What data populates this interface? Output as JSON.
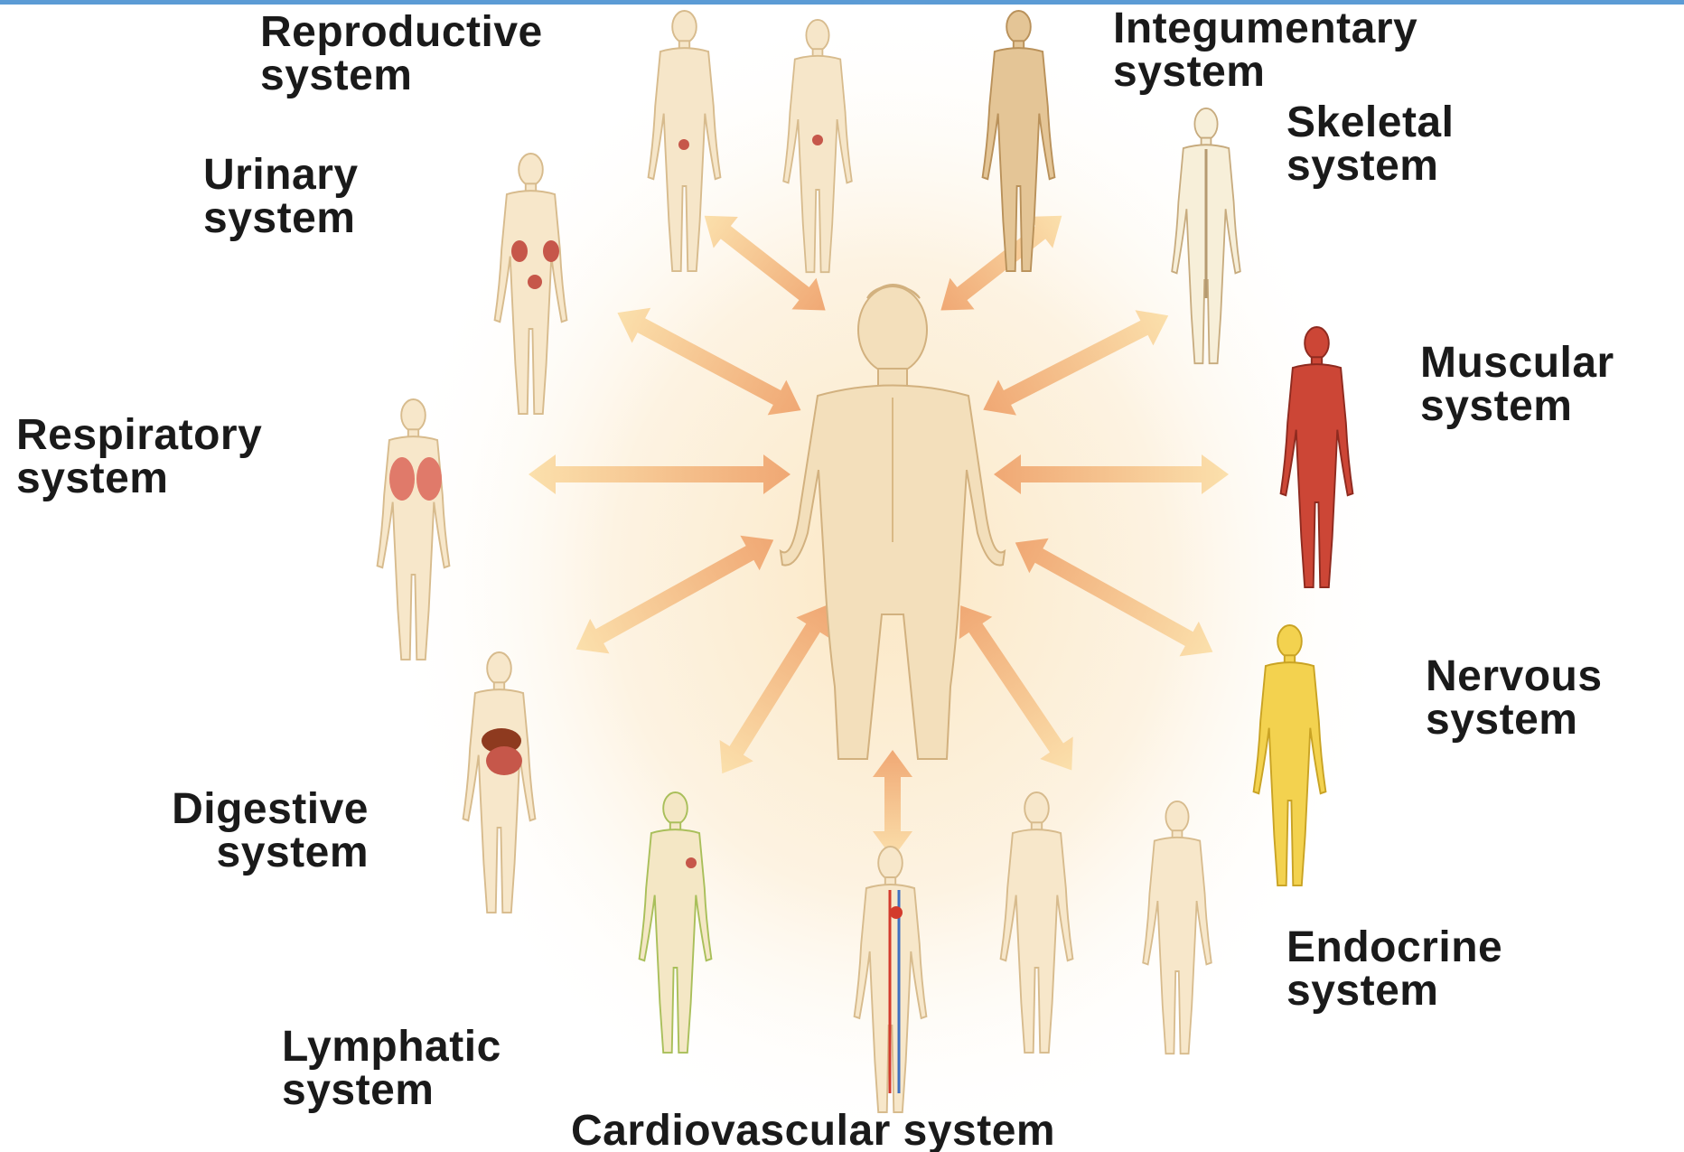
{
  "colors": {
    "glow_center": "#fdf2dc",
    "glow_edge": "#ffffff",
    "skin": "#f3e0bf",
    "skin_stroke": "#d9bb8e",
    "arrow_warm": "#f0b07a",
    "arrow_light": "#fbe3b0",
    "muscle": "#c9402f",
    "nervous": "#f2d04a",
    "lymph": "#9ec24a",
    "vessel_red": "#d33a2c",
    "vessel_blue": "#3f6fc0",
    "organ": "#c6574a",
    "bar": "#5b9bd5"
  },
  "labels": {
    "reproductive": "Reproductive\nsystem",
    "integumentary": "Integumentary\nsystem",
    "skeletal": "Skeletal\nsystem",
    "urinary": "Urinary\nsystem",
    "muscular": "Muscular\nsystem",
    "respiratory": "Respiratory\nsystem",
    "nervous": "Nervous\nsystem",
    "digestive": "Digestive\nsystem",
    "endocrine": "Endocrine\nsystem",
    "lymphatic": "Lymphatic\nsystem",
    "cardiovascular": "Cardiovascular system"
  }
}
